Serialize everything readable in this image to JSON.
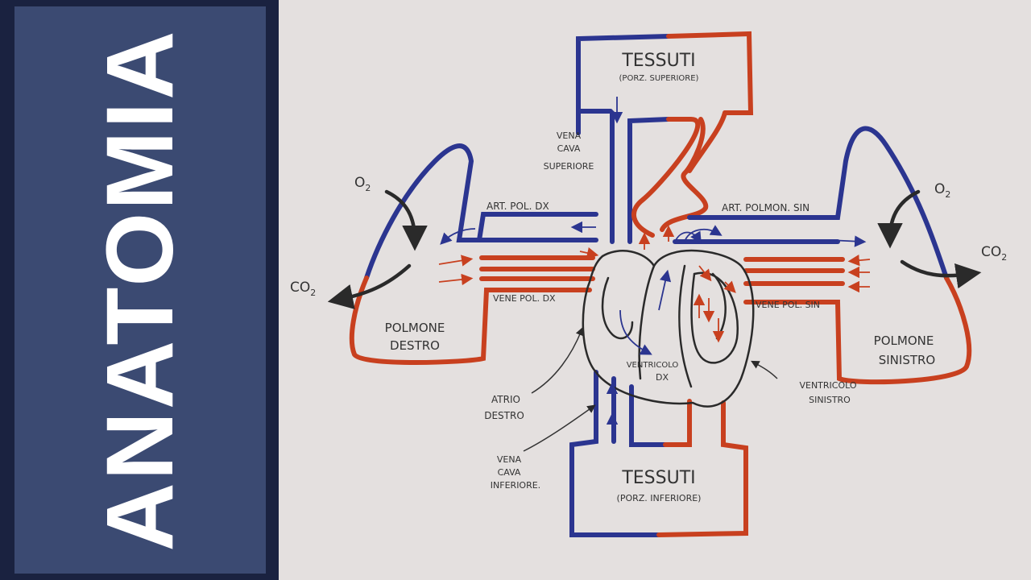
{
  "sidebar": {
    "title": "ANATOMIA"
  },
  "colors": {
    "sidebar_bg": "#3b4a72",
    "paper": "#e4e0df",
    "venous_blue": "#2b3590",
    "arterial_red": "#c8401f",
    "ink": "#333333"
  },
  "labels": {
    "tissues_upper": "TESSUTI",
    "tissues_upper_sub": "(PORZ. SUPERIORE)",
    "tissues_lower": "TESSUTI",
    "tissues_lower_sub": "(PORZ. INFERIORE)",
    "vena_cava_sup": [
      "VENA",
      "CAVA",
      "SUPERIORE"
    ],
    "vena_cava_inf": [
      "VENA",
      "CAVA",
      "INFERIORE."
    ],
    "art_pol_dx": "ART. POL. DX",
    "art_pol_sin": "ART. POLMON. SIN",
    "vene_pol_dx": "VENE POL. DX",
    "vene_pol_sin": "VENE POL. SIN",
    "polmone_destro": [
      "POLMONE",
      "DESTRO"
    ],
    "polmone_sinistro": [
      "POLMONE",
      "SINISTRO"
    ],
    "atrio_destro": [
      "ATRIO",
      "DESTRO"
    ],
    "ventricolo_dx": [
      "VENTRICOLO",
      "DX"
    ],
    "ventricolo_sinistro": [
      "VENTRICOLO",
      "SINISTRO"
    ],
    "o2_left": "O",
    "o2_left_sub": "2",
    "co2_left": "CO",
    "co2_left_sub": "2",
    "o2_right": "O",
    "o2_right_sub": "2",
    "co2_right": "CO",
    "co2_right_sub": "2"
  }
}
